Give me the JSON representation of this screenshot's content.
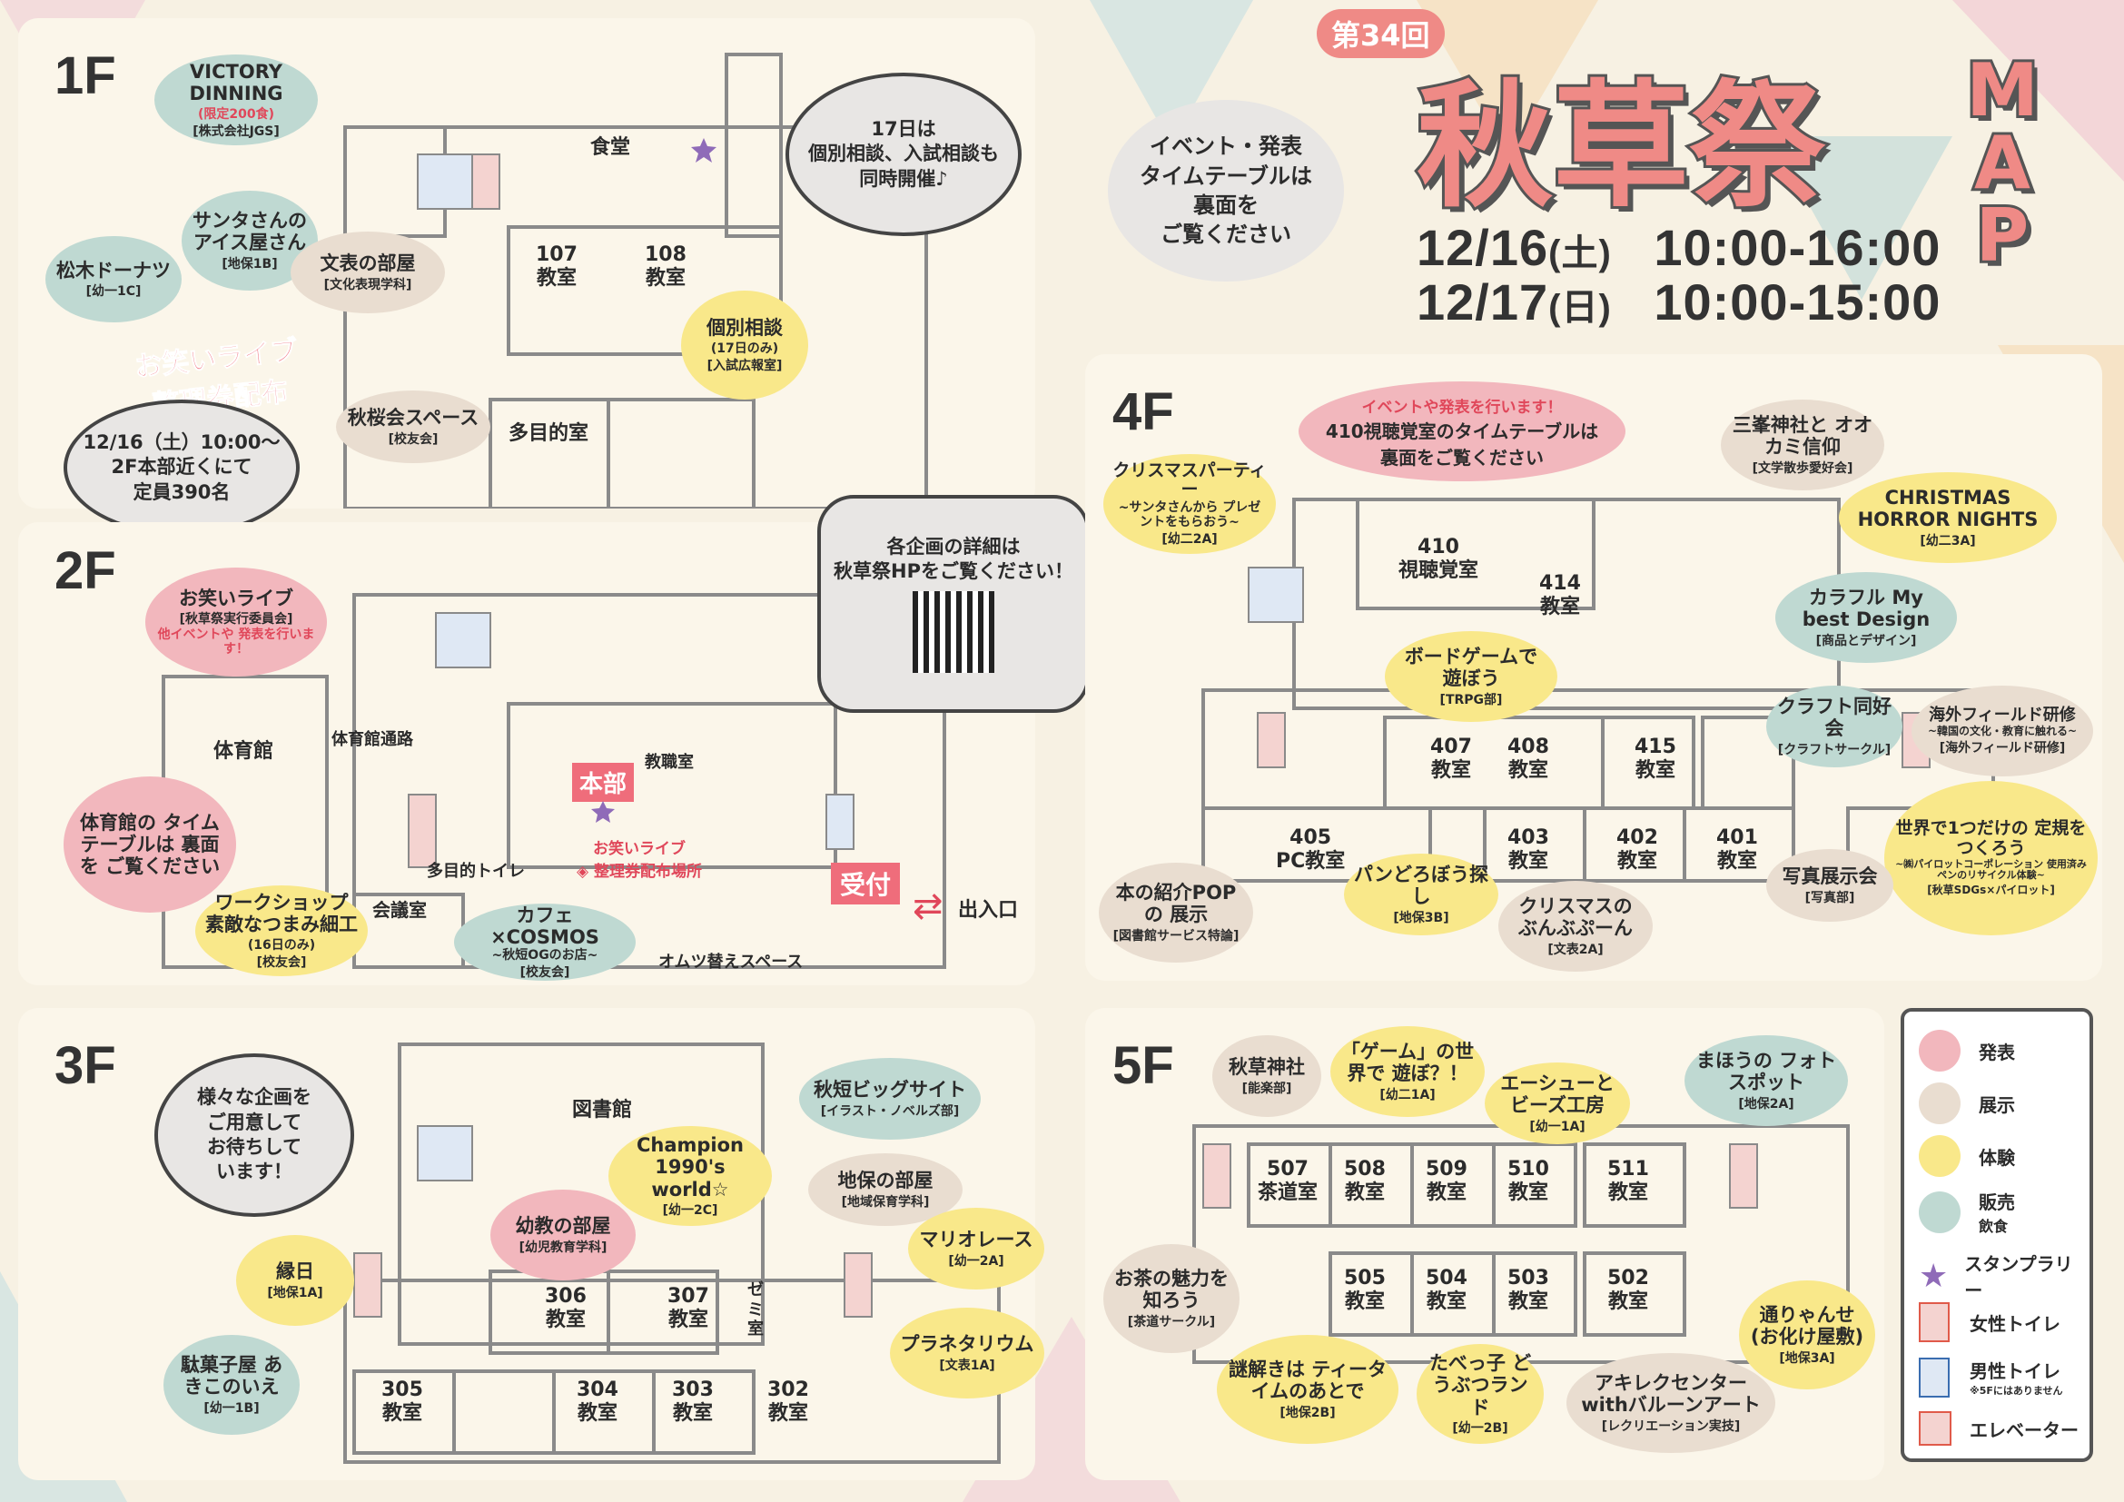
{
  "title": {
    "edition": "第34回",
    "main": "秋草祭",
    "map_letters": [
      "M",
      "A",
      "P"
    ],
    "dates": [
      {
        "date": "12/16",
        "day": "(土)",
        "time": "10:00-16:00"
      },
      {
        "date": "12/17",
        "day": "(日)",
        "time": "10:00-15:00"
      }
    ],
    "timetable_note": [
      "イベント・発表",
      "タイムテーブルは",
      "裏面を",
      "ご覧ください"
    ]
  },
  "floors": {
    "f1": {
      "label": "1F",
      "rooms": [
        "食堂",
        "107\n教室",
        "108\n教室",
        "多目的室"
      ],
      "bubbles": [
        {
          "title": "VICTORY DINNING",
          "sub": "(限定200食)",
          "org": "[株式会社JGS]",
          "color": "green"
        },
        {
          "title": "サンタさんの アイス屋さん",
          "org": "[地保1B]",
          "color": "green"
        },
        {
          "title": "松木ドーナツ",
          "org": "[幼一1C]",
          "color": "green"
        },
        {
          "title": "文表の部屋",
          "org": "[文化表現学科]",
          "color": "beige"
        },
        {
          "title": "個別相談",
          "sub": "(17日のみ)",
          "org": "[入試広報室]",
          "color": "yellow"
        },
        {
          "title": "秋桜会スペース",
          "org": "[校友会]",
          "color": "beige"
        }
      ],
      "callout": [
        "17日は",
        "個別相談、入試相談も",
        "同時開催♪"
      ],
      "owarai": {
        "title": [
          "お笑いライブ",
          "整理券配布"
        ],
        "lines": [
          "12/16（土）10:00～",
          "2F本部近くにて",
          "定員390名"
        ]
      }
    },
    "f2": {
      "label": "2F",
      "rooms": [
        "体育館",
        "体育館通路",
        "教職室",
        "多目的トイレ",
        "会議室",
        "オムツ替えスペース",
        "出入口"
      ],
      "honbu": "本部",
      "uketsuke": "受付",
      "owarai_place": [
        "お笑いライブ",
        "◈ 整理券配布場所"
      ],
      "bubbles": [
        {
          "title": "お笑いライブ",
          "org": "[秋草祭実行委員会]",
          "sub2": "他イベントや 発表を行います！",
          "color": "pink"
        },
        {
          "title": "体育館の タイムテーブルは 裏面を ご覧ください",
          "color": "pink"
        },
        {
          "title": "ワークショップ 素敵なつまみ細工",
          "sub": "(16日のみ)",
          "org": "[校友会]",
          "color": "yellow"
        },
        {
          "title": "カフェ×COSMOS",
          "sub": "~秋短OGのお店~",
          "org": "[校友会]",
          "color": "green"
        }
      ],
      "callout": [
        "各企画の詳細は",
        "秋草祭HPをご覧ください！"
      ]
    },
    "f3": {
      "label": "3F",
      "rooms": [
        "図書館",
        "306\n教室",
        "307\n教室",
        "ゼミ室",
        "305\n教室",
        "304\n教室",
        "303\n教室",
        "302\n教室"
      ],
      "bubbles": [
        {
          "title": "秋短ビッグサイト",
          "org": "[イラスト・ノベルズ部]",
          "color": "green"
        },
        {
          "title": "Champion 1990's world☆",
          "org": "[幼一2C]",
          "color": "yellow"
        },
        {
          "title": "地保の部屋",
          "org": "[地域保育学科]",
          "color": "beige"
        },
        {
          "title": "幼教の部屋",
          "org": "[幼児教育学科]",
          "color": "pink"
        },
        {
          "title": "マリオレース",
          "org": "[幼一2A]",
          "color": "yellow"
        },
        {
          "title": "縁日",
          "org": "[地保1A]",
          "color": "yellow"
        },
        {
          "title": "プラネタリウム",
          "org": "[文表1A]",
          "color": "yellow"
        },
        {
          "title": "駄菓子屋 あきこのいえ",
          "org": "[幼一1B]",
          "color": "green"
        }
      ],
      "callout": [
        "様々な企画を",
        "ご用意して",
        "お待ちして",
        "います！"
      ]
    },
    "f4": {
      "label": "4F",
      "rooms": [
        "410\n視聴覚室",
        "414\n教室",
        "407\n教室",
        "408\n教室",
        "415\n教室",
        "405\nPC教室",
        "403\n教室",
        "402\n教室",
        "401\n教室"
      ],
      "notice": [
        "イベントや発表を行います！",
        "410視聴覚室のタイムテーブルは",
        "裏面をご覧ください"
      ],
      "bubbles": [
        {
          "title": "クリスマスパーティー",
          "sub": "~サンタさんから プレゼントをもらおう~",
          "org": "[幼二2A]",
          "color": "yellow"
        },
        {
          "title": "三峯神社と オオカミ信仰",
          "org": "[文学散歩愛好会]",
          "color": "beige"
        },
        {
          "title": "CHRISTMAS HORROR NIGHTS",
          "org": "[幼二3A]",
          "color": "yellow"
        },
        {
          "title": "カラフル My best Design",
          "org": "[商品とデザイン]",
          "color": "green"
        },
        {
          "title": "ボードゲームで 遊ぼう",
          "org": "[TRPG部]",
          "color": "yellow"
        },
        {
          "title": "クラフト同好会",
          "org": "[クラフトサークル]",
          "color": "green"
        },
        {
          "title": "海外フィールド研修",
          "sub": "~韓国の文化・教育に触れる~",
          "org": "[海外フィールド研修]",
          "color": "beige"
        },
        {
          "title": "世界で1つだけの 定規をつくろう",
          "sub": "~㈱パイロットコーポレーション 使用済みペンのリサイクル体験~",
          "org": "[秋草SDGs×パイロット]",
          "color": "yellow"
        },
        {
          "title": "写真展示会",
          "org": "[写真部]",
          "color": "beige"
        },
        {
          "title": "本の紹介POPの 展示",
          "org": "[図書館サービス特論]",
          "color": "beige"
        },
        {
          "title": "パンどろぼう探し",
          "org": "[地保3B]",
          "color": "yellow"
        },
        {
          "title": "クリスマスの ぶんぶぷーん",
          "org": "[文表2A]",
          "color": "beige"
        }
      ]
    },
    "f5": {
      "label": "5F",
      "rooms": [
        "507\n茶道室",
        "508\n教室",
        "509\n教室",
        "510\n教室",
        "511\n教室",
        "505\n教室",
        "504\n教室",
        "503\n教室",
        "502\n教室"
      ],
      "bubbles": [
        {
          "title": "秋草神社",
          "org": "[能楽部]",
          "color": "beige"
        },
        {
          "title": "「ゲーム」の世界で 遊ぼ？！",
          "org": "[幼二1A]",
          "color": "yellow"
        },
        {
          "title": "エーシューと ビーズ工房",
          "org": "[幼一1A]",
          "color": "yellow"
        },
        {
          "title": "まほうの フォトスポット",
          "org": "[地保2A]",
          "color": "green"
        },
        {
          "title": "お茶の魅力を 知ろう",
          "org": "[茶道サークル]",
          "color": "beige"
        },
        {
          "title": "謎解きは ティータイムのあとで",
          "org": "[地保2B]",
          "color": "yellow"
        },
        {
          "title": "たべっ子 どうぶつランド",
          "org": "[幼一2B]",
          "color": "yellow"
        },
        {
          "title": "アキレクセンター withバルーンアート",
          "org": "[レクリエーション実技]",
          "color": "beige"
        },
        {
          "title": "通りゃんせ (お化け屋敷)",
          "org": "[地保3A]",
          "color": "yellow"
        }
      ]
    }
  },
  "legend": [
    {
      "label": "発表",
      "color": "#f2b7bd"
    },
    {
      "label": "展示",
      "color": "#e9ddd0"
    },
    {
      "label": "体験",
      "color": "#f9e88a"
    },
    {
      "label": "販売",
      "sub": "飲食",
      "color": "#bfd9d2"
    },
    {
      "label": "スタンプラリー",
      "icon": "star-icon"
    },
    {
      "label": "女性トイレ",
      "icon": "female-toilet-icon"
    },
    {
      "label": "男性トイレ",
      "sub": "※5Fにはありません",
      "icon": "male-toilet-icon"
    },
    {
      "label": "エレベーター",
      "icon": "elevator-icon"
    }
  ],
  "colors": {
    "pink": "#f2b7bd",
    "beige": "#e9ddd0",
    "yellow": "#f9e88a",
    "green": "#bfd9d2",
    "title": "#ef8a86",
    "star": "#8f6bb8"
  }
}
